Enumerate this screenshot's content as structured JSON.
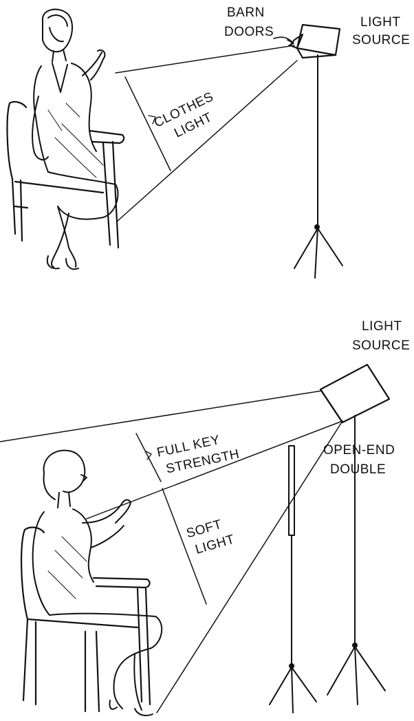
{
  "top_panel": {
    "barn_doors_label": [
      "BARN",
      "DOORS"
    ],
    "light_source_label": [
      "LIGHT",
      "SOURCE"
    ],
    "clothes_light_label": [
      "CLOTHES",
      "LIGHT"
    ]
  },
  "bottom_panel": {
    "light_source_label": [
      "LIGHT",
      "SOURCE"
    ],
    "full_key_label": [
      "FULL KEY",
      "STRENGTH"
    ],
    "soft_light_label": [
      "SOFT",
      "LIGHT"
    ],
    "open_end_label": [
      "OPEN-END",
      "DOUBLE"
    ]
  },
  "colors": {
    "ink": "#111111",
    "paper": "#ffffff"
  }
}
